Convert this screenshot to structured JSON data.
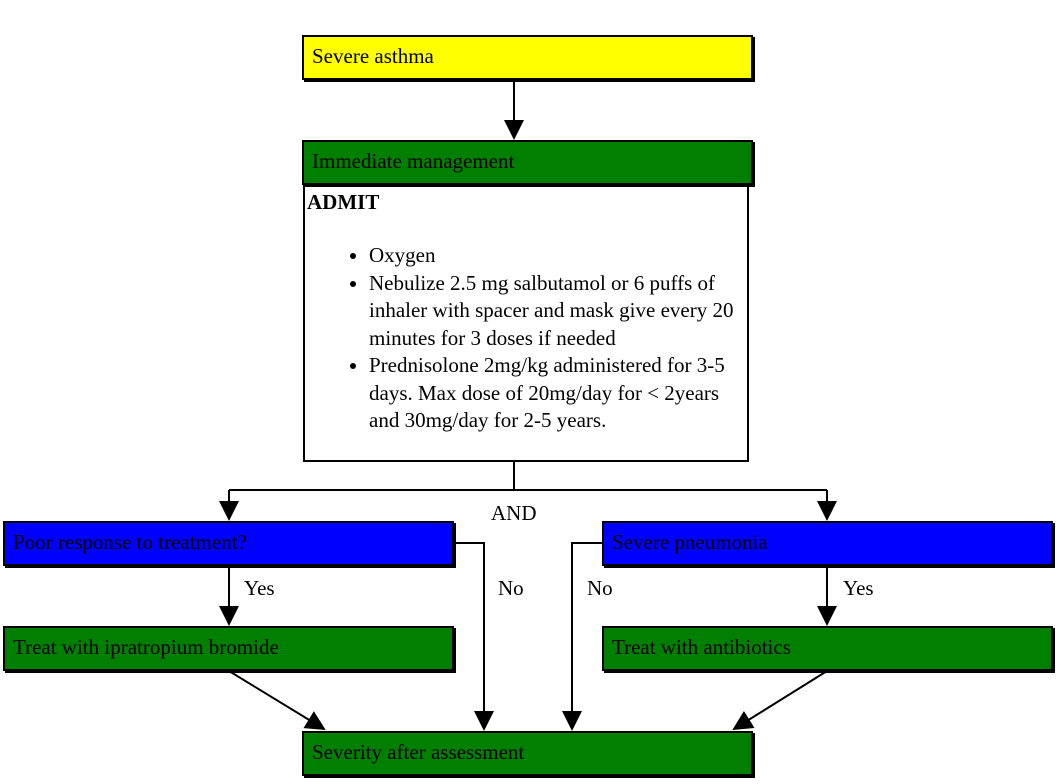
{
  "nodes": {
    "severe_asthma": "Severe asthma",
    "immediate_management": "Immediate management",
    "poor_response": "Poor response to treatment?",
    "severe_pneumonia": "Severe pneumonia",
    "treat_ipratropium": "Treat with ipratropium bromide",
    "treat_antibiotics": "Treat with antibiotics",
    "severity_assessment": "Severity after assessment"
  },
  "admit_panel": {
    "title": "ADMIT",
    "items": [
      "Oxygen",
      "Nebulize 2.5 mg salbutamol or 6 puffs of inhaler with spacer and mask give every 20 minutes for 3 doses if needed",
      "Prednisolone 2mg/kg administered for 3-5 days. Max dose of 20mg/day for < 2years and 30mg/day for 2-5 years."
    ]
  },
  "edge_labels": {
    "and": "AND",
    "yes_left": "Yes",
    "no_left": "No",
    "no_right": "No",
    "yes_right": "Yes"
  },
  "colors": {
    "start": "#ffff00",
    "action": "#007f00",
    "decision": "#0000ff",
    "stroke": "#000000"
  }
}
